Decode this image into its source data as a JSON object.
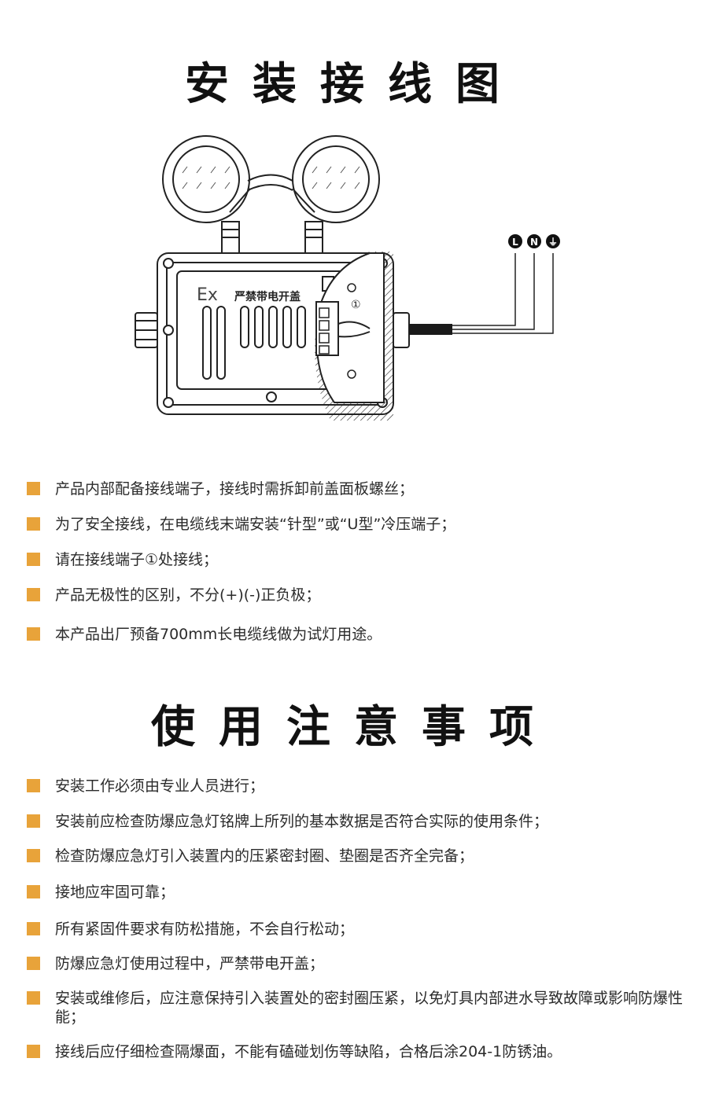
{
  "section1": {
    "title": "安装接线图",
    "items": [
      "产品内部配备接线端子，接线时需拆卸前盖面板螺丝；",
      "为了安全接线，在电缆线末端安装“针型”或“U型”冷压端子；",
      "请在接线端子①处接线；",
      "产品无极性的区别，不分(+)(-)正负极；",
      "本产品出厂预备700mm长电缆线做为试灯用途。"
    ]
  },
  "diagram": {
    "ex_mark": "Ex",
    "cover_warning": "严禁带电开盖",
    "terminal_mark": "①",
    "wire_labels": [
      "L",
      "N",
      "⏚"
    ]
  },
  "section2": {
    "title": "使用注意事项",
    "items": [
      "安装工作必须由专业人员进行；",
      "安装前应检查防爆应急灯铭牌上所列的基本数据是否符合实际的使用条件；",
      "检查防爆应急灯引入装置内的压紧密封圈、垫圈是否齐全完备；",
      "接地应牢固可靠；",
      "所有紧固件要求有防松措施，不会自行松动；",
      "防爆应急灯使用过程中，严禁带电开盖；",
      "安装或维修后，应注意保持引入装置处的密封圈压紧，以免灯具内部进水导致故障或影响防爆性能；",
      "接线后应仔细检查隔爆面，不能有磕碰划伤等缺陷，合格后涂204-1防锈油。"
    ]
  },
  "colors": {
    "bullet": "#E8A33A",
    "title": "#111111",
    "text": "#2b2b2b"
  }
}
